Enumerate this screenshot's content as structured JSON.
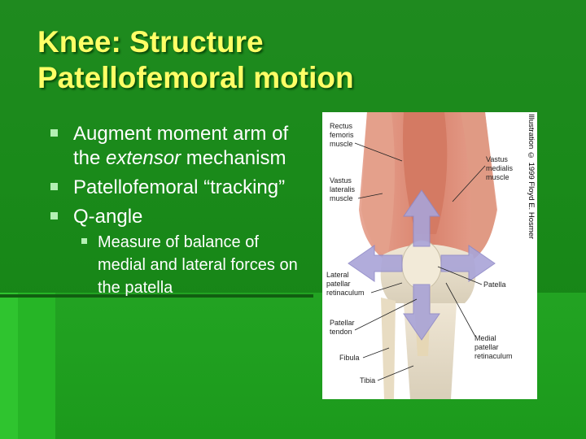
{
  "slide": {
    "title_line1": "Knee: Structure",
    "title_line2": "Patellofemoral motion"
  },
  "bullets": [
    {
      "pre": "Augment moment arm of the ",
      "em": "extensor",
      "post": " mechanism"
    },
    {
      "text": "Patellofemoral “tracking”"
    },
    {
      "text": "Q-angle"
    }
  ],
  "sub_bullet": "Measure of balance of medial and lateral forces on the patella",
  "figure": {
    "credit": "Illustration © 1999 Floyd E. Hosmer",
    "labels": {
      "rectus": [
        "Rectus",
        "femoris",
        "muscle"
      ],
      "vastus_lateralis": [
        "Vastus",
        "lateralis",
        "muscle"
      ],
      "vastus_medialis": [
        "Vastus",
        "medialis",
        "muscle"
      ],
      "lateral_ret": [
        "Lateral",
        "patellar",
        "retinaculum"
      ],
      "patella": "Patella",
      "patellar_tendon": [
        "Patellar",
        "tendon"
      ],
      "medial_ret": [
        "Medial",
        "patellar",
        "retinaculum"
      ],
      "fibula": "Fibula",
      "tibia": "Tibia"
    }
  },
  "colors": {
    "title": "#ffff66",
    "bullet_text": "#ffffff",
    "bullet_marker": "#b4f0b4",
    "arrow": "#a9a4d8"
  }
}
